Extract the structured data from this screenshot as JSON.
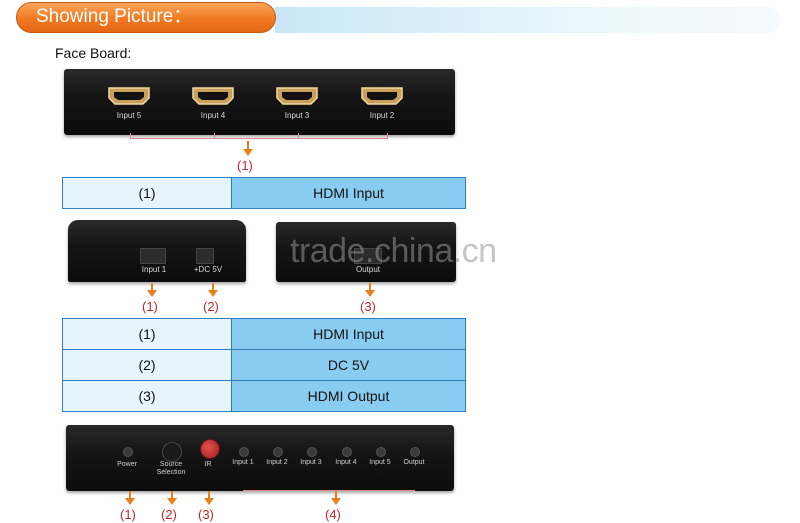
{
  "header": {
    "title": "Showing Picture："
  },
  "section_title": "Face Board:",
  "face_board": {
    "ports": [
      "Input 5",
      "Input 4",
      "Input 3",
      "Input 2"
    ],
    "callout": "(1)"
  },
  "table1": [
    {
      "key": "(1)",
      "value": "HDMI Input"
    }
  ],
  "side_views": {
    "left_labels": [
      "Input 1",
      "+DC 5V"
    ],
    "right_label": "Output",
    "callouts": [
      "(1)",
      "(2)",
      "(3)"
    ]
  },
  "table2": [
    {
      "key": "(1)",
      "value": "HDMI Input"
    },
    {
      "key": "(2)",
      "value": "DC 5V"
    },
    {
      "key": "(3)",
      "value": "HDMI Output"
    }
  ],
  "watermark": "trade.china.cn",
  "back_board": {
    "labels": [
      "Power",
      "Source Selection",
      "IR",
      "Input 1",
      "Input 2",
      "Input 3",
      "Input 4",
      "Input 5",
      "Output"
    ],
    "callouts": [
      "(1)",
      "(2)",
      "(3)",
      "(4)"
    ]
  },
  "colors": {
    "accent": "#f07a22",
    "table_value_bg": "#88cdf1",
    "table_key_bg": "#e8f4fc",
    "callout_text": "#c4262e",
    "arrow": "#e8801a"
  },
  "icons": [
    "hdmi-port-icon",
    "arrow-down-icon",
    "led-icon"
  ]
}
